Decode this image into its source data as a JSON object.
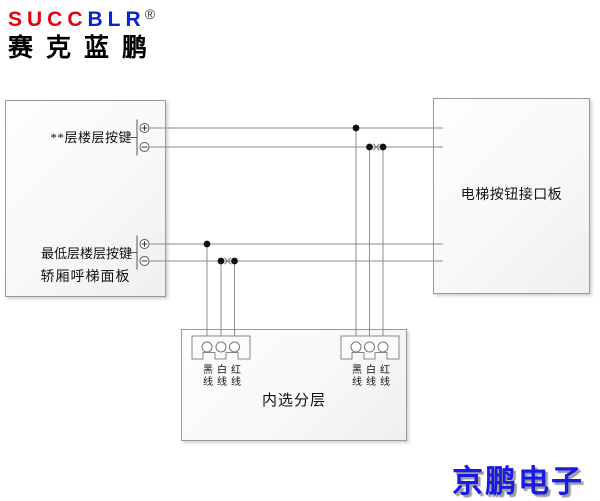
{
  "brand": {
    "logo_part_red": "SUCC",
    "logo_part_blue": "BLR",
    "registered_mark": "®",
    "brand_chinese": "赛克蓝鹏",
    "color_red": "#e60012",
    "color_blue": "#0a23cc"
  },
  "diagram": {
    "car_call_panel": {
      "title": "轿厢呼梯面板",
      "top_button_label": "**层楼层按键",
      "bottom_button_label": "最低层楼层按键"
    },
    "elevator_button_interface_board": {
      "title": "电梯按钮接口板"
    },
    "floor_selection_module": {
      "title": "内选分层",
      "left_connector": {
        "wire_labels": [
          "黑线",
          "白线",
          "红线"
        ]
      },
      "right_connector": {
        "wire_labels": [
          "黑线",
          "白线",
          "红线"
        ]
      }
    },
    "icons": {
      "plus_terminal": "+",
      "minus_terminal": "−",
      "wire_cut": "×"
    },
    "colors": {
      "wire": "#8c8c8c",
      "junction_dot": "#111111",
      "panel_border": "#9a9a9a"
    }
  },
  "watermark": {
    "text": "京鹏电子",
    "color": "#1a1ae6"
  }
}
